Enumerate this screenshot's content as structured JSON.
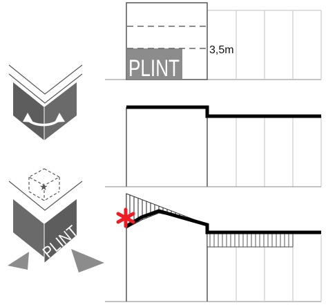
{
  "panel1": {
    "plint_label": "PLINT",
    "height_label": "3,5m"
  },
  "panel3": {
    "plint_label": "PLINT"
  },
  "colors": {
    "dark_grey": "#5d5d5d",
    "mid_grey": "#8c8c8c",
    "light_grey": "#c8c8c8",
    "line_grey": "#888888",
    "black": "#000000",
    "red_marker": "#ee1c25"
  },
  "icons": {
    "panel2": "rotate-arrow-icon",
    "panel3_star": "star-icon",
    "panel3_arrows": "triangle-arrow-icon",
    "panel3_marker": "asterisk-icon"
  }
}
